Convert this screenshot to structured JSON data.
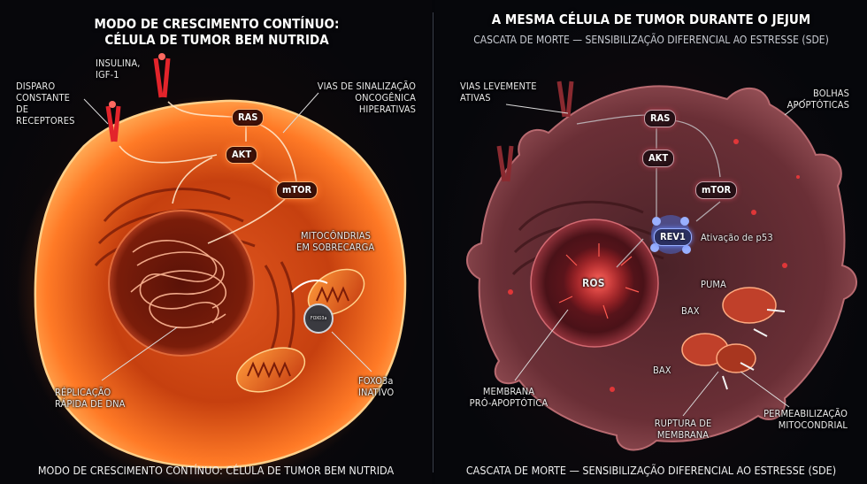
{
  "left": {
    "title_line1": "MODO DE CRESCIMENTO CONTÍNUO:",
    "title_line2": "CÉLULA DE TUMOR BEM NUTRIDA",
    "labels": {
      "insulin_1": "INSULINA,",
      "insulin_2": "IGF-1",
      "receptors_1": "DISPARO",
      "receptors_2": "CONSTANTE",
      "receptors_3": "DE",
      "receptors_4": "RECEPTORES",
      "pathways_1": "VIAS DE SINALIZAÇÃO",
      "pathways_2": "ONCOGÊNICA",
      "pathways_3": "HIPERATIVAS",
      "mito_1": "MITOCÔNDRIAS",
      "mito_2": "EM SOBRECARGA",
      "dna_1": "RÉPLICAÇÃO",
      "dna_2": "RÁPIDA DE DNA",
      "foxo_1": "FOXO3a",
      "foxo_2": "INATIVO"
    },
    "nodes": {
      "ras": "RAS",
      "akt": "AKT",
      "mtor": "mTOR",
      "foxo": "FOXO3a"
    },
    "footer": "MODO DE CRESCIMENTO CONTÍNUO: CÉLULA DE TUMOR BEM NUTRIDA"
  },
  "right": {
    "title": "A MESMA CÉLULA DE TUMOR DURANTE O JEJUM",
    "subtitle": "CASCATA DE MORTE — SENSIBILIZAÇÃO DIFERENCIAL AO ESTRESSE (SDE)",
    "labels": {
      "pathways_1": "VIAS LEVEMENTE",
      "pathways_2": "ATIVAS",
      "blebs_1": "BOLHAS",
      "blebs_2": "APOPTÓTICAS",
      "p53": "Ativação de p53",
      "puma": "PUMA",
      "bax_1": "BAX",
      "bax_2": "BAX",
      "membrane_1": "MEMBRANA",
      "membrane_2": "PRÓ-APOPTÓTICA",
      "rupture_1": "RUPTURA DE",
      "rupture_2": "MEMBRANA",
      "perm_1": "PERMEABILIZAÇÃO",
      "perm_2": "MITOCONDRIAL"
    },
    "nodes": {
      "ras": "RAS",
      "akt": "AKT",
      "mtor": "mTOR",
      "rev1": "REV1",
      "ros": "ROS"
    },
    "footer": "CASCATA DE MORTE — SENSIBILIZAÇÃO DIFERENCIAL AO ESTRESSE (SDE)"
  },
  "colors": {
    "hot": "#ff5a1e",
    "glow": "#ffb070",
    "fasting": "#a04a55",
    "accent_red": "#e3242b"
  }
}
